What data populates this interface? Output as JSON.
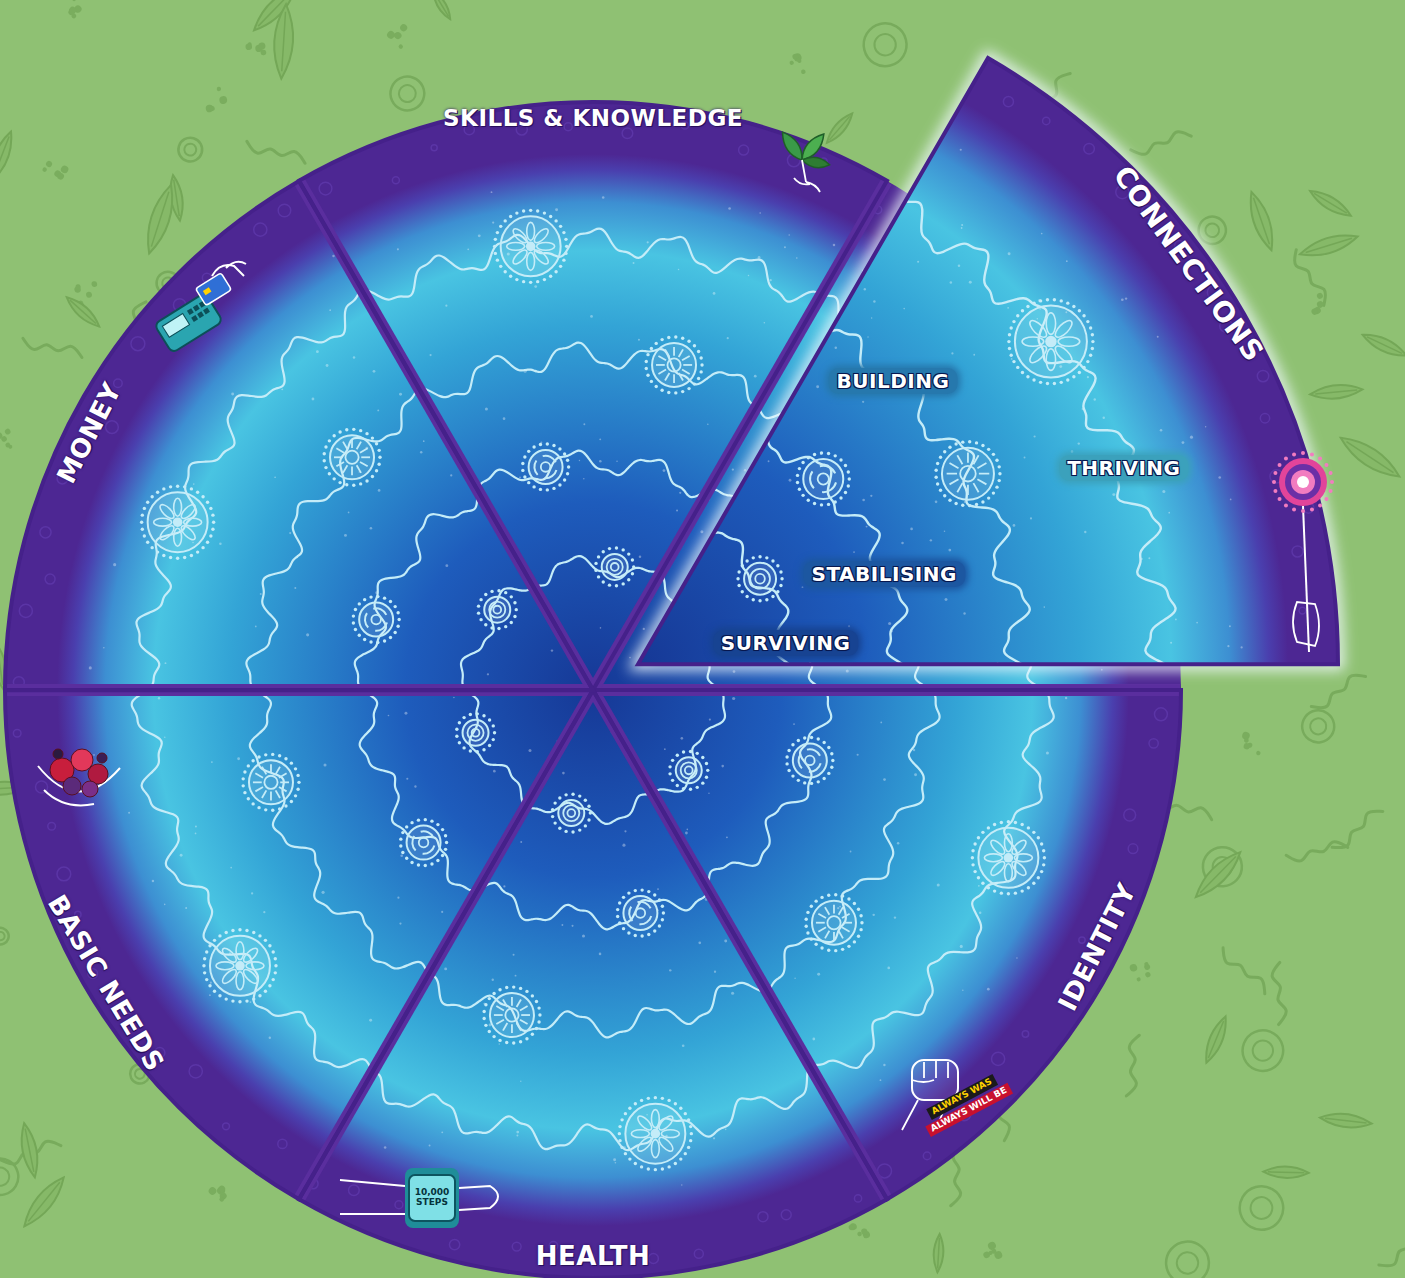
{
  "diagram": {
    "nodes": [
      {
        "text": [
          "SKILLS & KNOWLEDGE"
        ]
      },
      {
        "text": [
          "CONNECTIONS"
        ]
      },
      {
        "text": [
          "IDENTITY"
        ]
      },
      {
        "text": [
          "HEALTH"
        ]
      },
      {
        "text": [
          "BASIC NEEDS"
        ]
      },
      {
        "text": [
          "MONEY"
        ]
      }
    ],
    "labels": [
      "BUILDING",
      "STABILISING",
      "THRIVING",
      "SURVIVING",
      "ALWAYS WAS",
      "ALWAYS WILL BE",
      "10,000 STEPS"
    ]
  }
}
